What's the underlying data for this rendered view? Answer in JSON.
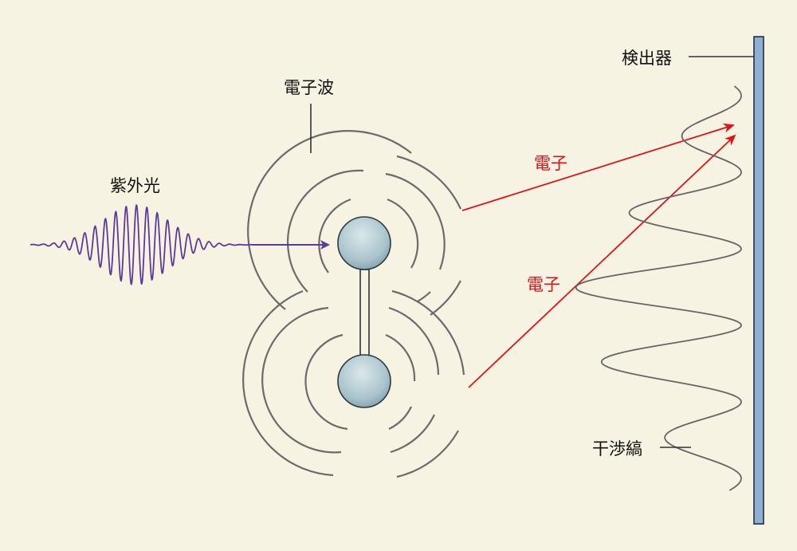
{
  "labels": {
    "uv_light": "紫外光",
    "electron_wave": "電子波",
    "electron_upper": "電子",
    "electron_lower": "電子",
    "detector": "検出器",
    "interference_fringes": "干渉縞"
  },
  "colors": {
    "background": "#f7f3e2",
    "uv_wave": "#5b3b99",
    "electron_path": "#e0141d",
    "electron_label": "#d9141b",
    "wave_rings": "#6b6b6b",
    "atom_fill": "#9fb9c3",
    "detector_fill": "#8fb0d2",
    "text": "#111111"
  }
}
